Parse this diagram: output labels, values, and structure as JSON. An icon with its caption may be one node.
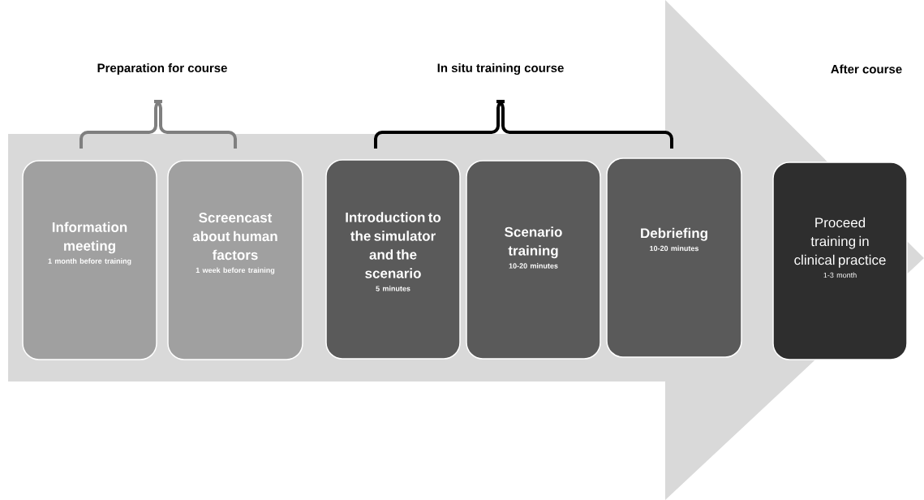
{
  "diagram": {
    "nodes": [
      {
        "text": [
          "Information meeting",
          "1 month before training"
        ]
      },
      {
        "text": [
          "Screencast about human factors",
          "1 week before training"
        ]
      },
      {
        "text": [
          "Introduction to the simulator and the scenario",
          "5 minutes"
        ]
      },
      {
        "text": [
          "Scenario training",
          "10-20 minutes"
        ]
      },
      {
        "text": [
          "Debriefing",
          "10-20 minutes"
        ]
      },
      {
        "text": [
          "Proceed training in clinical practice",
          "1-3 month"
        ]
      }
    ],
    "edges": [
      {
        "from": 0,
        "to": 5,
        "arrow": "to",
        "style": "thick"
      }
    ],
    "labels": [
      "Preparation for course",
      "In situ training course",
      "After course"
    ]
  }
}
